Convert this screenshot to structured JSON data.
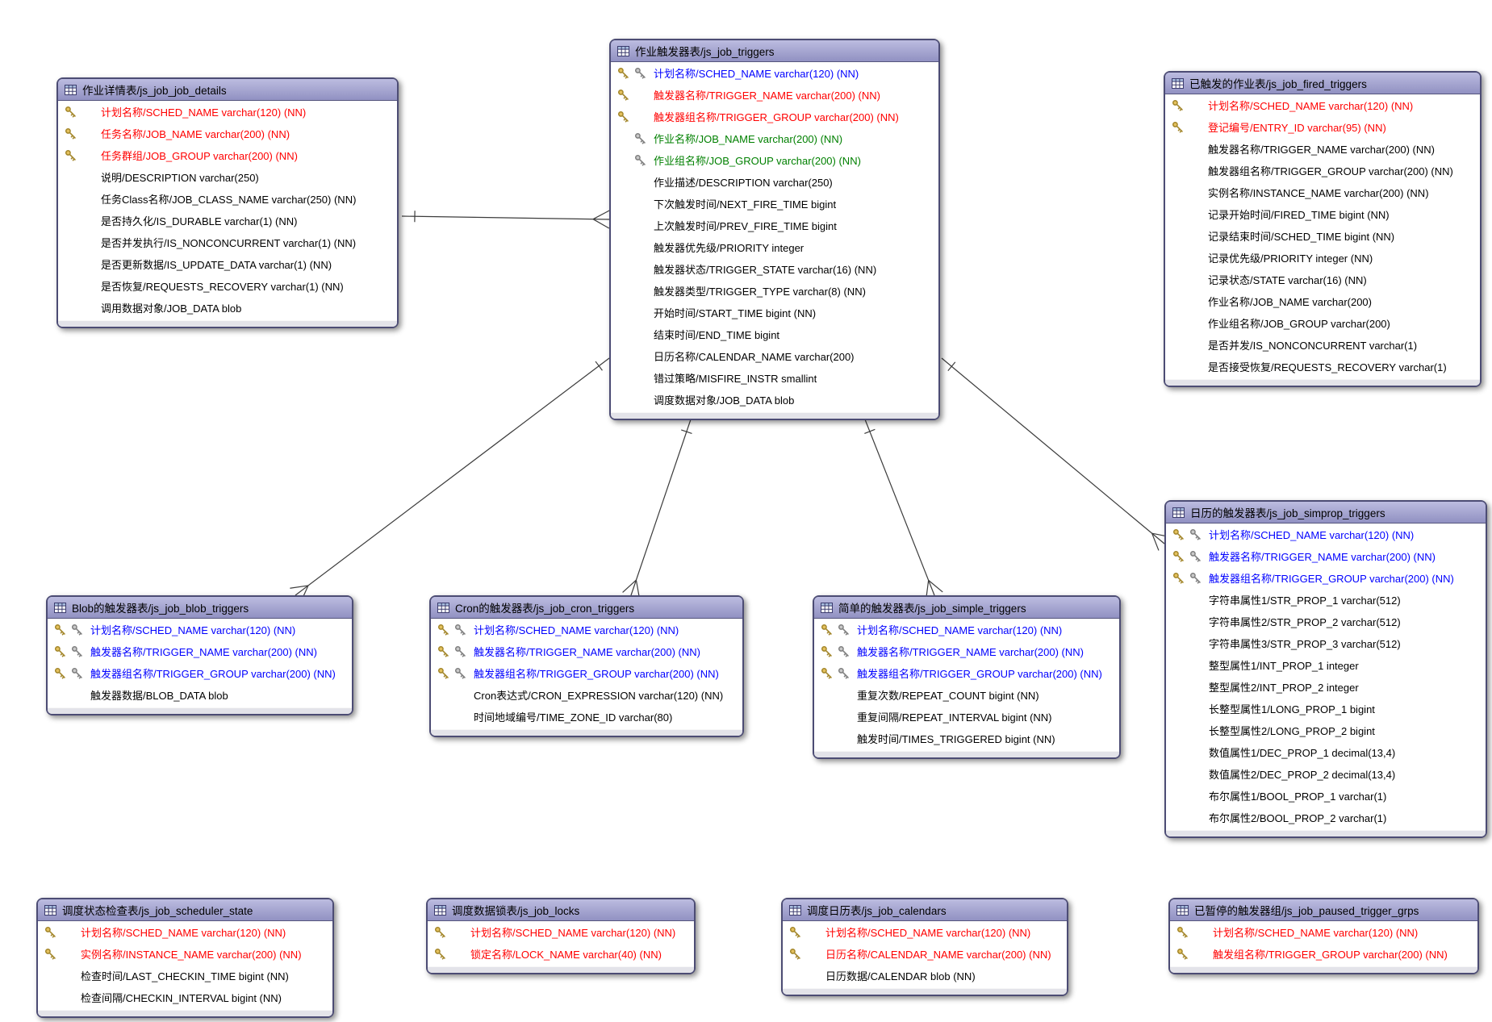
{
  "diagram": {
    "palette": {
      "pk": "#ff0000",
      "pkfk": "#0000ff",
      "fk": "#008000",
      "plain": "#000000",
      "header_fill": "#9c9ccd",
      "table_border": "#4c4c74",
      "gold_key": "#c8a032",
      "gray_key": "#909090",
      "line": "#3c3c3c"
    },
    "tables": [
      {
        "id": "job_details",
        "title": "作业详情表/js_job_job_details",
        "fields": [
          {
            "label": "计划名称/SCHED_NAME varchar(120) (NN)",
            "color": "pk",
            "keys": [
              "gold",
              null
            ]
          },
          {
            "label": "任务名称/JOB_NAME varchar(200) (NN)",
            "color": "pk",
            "keys": [
              "gold",
              null
            ]
          },
          {
            "label": "任务群组/JOB_GROUP varchar(200) (NN)",
            "color": "pk",
            "keys": [
              "gold",
              null
            ]
          },
          {
            "label": "说明/DESCRIPTION varchar(250)",
            "color": "plain",
            "keys": [
              null,
              null
            ]
          },
          {
            "label": "任务Class名称/JOB_CLASS_NAME varchar(250) (NN)",
            "color": "plain",
            "keys": [
              null,
              null
            ]
          },
          {
            "label": "是否持久化/IS_DURABLE varchar(1) (NN)",
            "color": "plain",
            "keys": [
              null,
              null
            ]
          },
          {
            "label": "是否并发执行/IS_NONCONCURRENT varchar(1) (NN)",
            "color": "plain",
            "keys": [
              null,
              null
            ]
          },
          {
            "label": "是否更新数据/IS_UPDATE_DATA varchar(1) (NN)",
            "color": "plain",
            "keys": [
              null,
              null
            ]
          },
          {
            "label": "是否恢复/REQUESTS_RECOVERY varchar(1) (NN)",
            "color": "plain",
            "keys": [
              null,
              null
            ]
          },
          {
            "label": "调用数据对象/JOB_DATA blob",
            "color": "plain",
            "keys": [
              null,
              null
            ]
          }
        ]
      },
      {
        "id": "triggers",
        "title": "作业触发器表/js_job_triggers",
        "fields": [
          {
            "label": "计划名称/SCHED_NAME varchar(120) (NN)",
            "color": "pkfk",
            "keys": [
              "gold",
              "gray"
            ]
          },
          {
            "label": "触发器名称/TRIGGER_NAME varchar(200) (NN)",
            "color": "pk",
            "keys": [
              "gold",
              null
            ]
          },
          {
            "label": "触发器组名称/TRIGGER_GROUP varchar(200) (NN)",
            "color": "pk",
            "keys": [
              "gold",
              null
            ]
          },
          {
            "label": "作业名称/JOB_NAME varchar(200) (NN)",
            "color": "fk",
            "keys": [
              null,
              "gray"
            ]
          },
          {
            "label": "作业组名称/JOB_GROUP varchar(200) (NN)",
            "color": "fk",
            "keys": [
              null,
              "gray"
            ]
          },
          {
            "label": "作业描述/DESCRIPTION varchar(250)",
            "color": "plain",
            "keys": [
              null,
              null
            ]
          },
          {
            "label": "下次触发时间/NEXT_FIRE_TIME bigint",
            "color": "plain",
            "keys": [
              null,
              null
            ]
          },
          {
            "label": "上次触发时间/PREV_FIRE_TIME bigint",
            "color": "plain",
            "keys": [
              null,
              null
            ]
          },
          {
            "label": "触发器优先级/PRIORITY integer",
            "color": "plain",
            "keys": [
              null,
              null
            ]
          },
          {
            "label": "触发器状态/TRIGGER_STATE varchar(16) (NN)",
            "color": "plain",
            "keys": [
              null,
              null
            ]
          },
          {
            "label": "触发器类型/TRIGGER_TYPE varchar(8) (NN)",
            "color": "plain",
            "keys": [
              null,
              null
            ]
          },
          {
            "label": "开始时间/START_TIME bigint (NN)",
            "color": "plain",
            "keys": [
              null,
              null
            ]
          },
          {
            "label": "结束时间/END_TIME bigint",
            "color": "plain",
            "keys": [
              null,
              null
            ]
          },
          {
            "label": "日历名称/CALENDAR_NAME varchar(200)",
            "color": "plain",
            "keys": [
              null,
              null
            ]
          },
          {
            "label": "错过策略/MISFIRE_INSTR smallint",
            "color": "plain",
            "keys": [
              null,
              null
            ]
          },
          {
            "label": "调度数据对象/JOB_DATA blob",
            "color": "plain",
            "keys": [
              null,
              null
            ]
          }
        ]
      },
      {
        "id": "fired_triggers",
        "title": "已触发的作业表/js_job_fired_triggers",
        "fields": [
          {
            "label": "计划名称/SCHED_NAME varchar(120) (NN)",
            "color": "pk",
            "keys": [
              "gold",
              null
            ]
          },
          {
            "label": "登记编号/ENTRY_ID varchar(95) (NN)",
            "color": "pk",
            "keys": [
              "gold",
              null
            ]
          },
          {
            "label": "触发器名称/TRIGGER_NAME varchar(200) (NN)",
            "color": "plain",
            "keys": [
              null,
              null
            ]
          },
          {
            "label": "触发器组名称/TRIGGER_GROUP varchar(200) (NN)",
            "color": "plain",
            "keys": [
              null,
              null
            ]
          },
          {
            "label": "实例名称/INSTANCE_NAME varchar(200) (NN)",
            "color": "plain",
            "keys": [
              null,
              null
            ]
          },
          {
            "label": "记录开始时间/FIRED_TIME bigint (NN)",
            "color": "plain",
            "keys": [
              null,
              null
            ]
          },
          {
            "label": "记录结束时间/SCHED_TIME bigint (NN)",
            "color": "plain",
            "keys": [
              null,
              null
            ]
          },
          {
            "label": "记录优先级/PRIORITY integer (NN)",
            "color": "plain",
            "keys": [
              null,
              null
            ]
          },
          {
            "label": "记录状态/STATE varchar(16) (NN)",
            "color": "plain",
            "keys": [
              null,
              null
            ]
          },
          {
            "label": "作业名称/JOB_NAME varchar(200)",
            "color": "plain",
            "keys": [
              null,
              null
            ]
          },
          {
            "label": "作业组名称/JOB_GROUP varchar(200)",
            "color": "plain",
            "keys": [
              null,
              null
            ]
          },
          {
            "label": "是否并发/IS_NONCONCURRENT varchar(1)",
            "color": "plain",
            "keys": [
              null,
              null
            ]
          },
          {
            "label": "是否接受恢复/REQUESTS_RECOVERY varchar(1)",
            "color": "plain",
            "keys": [
              null,
              null
            ]
          }
        ]
      },
      {
        "id": "simprop_triggers",
        "title": "日历的触发器表/js_job_simprop_triggers",
        "fields": [
          {
            "label": "计划名称/SCHED_NAME varchar(120) (NN)",
            "color": "pkfk",
            "keys": [
              "gold",
              "gray"
            ]
          },
          {
            "label": "触发器名称/TRIGGER_NAME varchar(200) (NN)",
            "color": "pkfk",
            "keys": [
              "gold",
              "gray"
            ]
          },
          {
            "label": "触发器组名称/TRIGGER_GROUP varchar(200) (NN)",
            "color": "pkfk",
            "keys": [
              "gold",
              "gray"
            ]
          },
          {
            "label": "字符串属性1/STR_PROP_1 varchar(512)",
            "color": "plain",
            "keys": [
              null,
              null
            ]
          },
          {
            "label": "字符串属性2/STR_PROP_2 varchar(512)",
            "color": "plain",
            "keys": [
              null,
              null
            ]
          },
          {
            "label": "字符串属性3/STR_PROP_3 varchar(512)",
            "color": "plain",
            "keys": [
              null,
              null
            ]
          },
          {
            "label": "整型属性1/INT_PROP_1 integer",
            "color": "plain",
            "keys": [
              null,
              null
            ]
          },
          {
            "label": "整型属性2/INT_PROP_2 integer",
            "color": "plain",
            "keys": [
              null,
              null
            ]
          },
          {
            "label": "长整型属性1/LONG_PROP_1 bigint",
            "color": "plain",
            "keys": [
              null,
              null
            ]
          },
          {
            "label": "长整型属性2/LONG_PROP_2 bigint",
            "color": "plain",
            "keys": [
              null,
              null
            ]
          },
          {
            "label": "数值属性1/DEC_PROP_1 decimal(13,4)",
            "color": "plain",
            "keys": [
              null,
              null
            ]
          },
          {
            "label": "数值属性2/DEC_PROP_2 decimal(13,4)",
            "color": "plain",
            "keys": [
              null,
              null
            ]
          },
          {
            "label": "布尔属性1/BOOL_PROP_1 varchar(1)",
            "color": "plain",
            "keys": [
              null,
              null
            ]
          },
          {
            "label": "布尔属性2/BOOL_PROP_2 varchar(1)",
            "color": "plain",
            "keys": [
              null,
              null
            ]
          }
        ]
      },
      {
        "id": "blob_triggers",
        "title": "Blob的触发器表/js_job_blob_triggers",
        "fields": [
          {
            "label": "计划名称/SCHED_NAME varchar(120) (NN)",
            "color": "pkfk",
            "keys": [
              "gold",
              "gray"
            ]
          },
          {
            "label": "触发器名称/TRIGGER_NAME varchar(200) (NN)",
            "color": "pkfk",
            "keys": [
              "gold",
              "gray"
            ]
          },
          {
            "label": "触发器组名称/TRIGGER_GROUP varchar(200) (NN)",
            "color": "pkfk",
            "keys": [
              "gold",
              "gray"
            ]
          },
          {
            "label": "触发器数据/BLOB_DATA blob",
            "color": "plain",
            "keys": [
              null,
              null
            ]
          }
        ]
      },
      {
        "id": "cron_triggers",
        "title": "Cron的触发器表/js_job_cron_triggers",
        "fields": [
          {
            "label": "计划名称/SCHED_NAME varchar(120) (NN)",
            "color": "pkfk",
            "keys": [
              "gold",
              "gray"
            ]
          },
          {
            "label": "触发器名称/TRIGGER_NAME varchar(200) (NN)",
            "color": "pkfk",
            "keys": [
              "gold",
              "gray"
            ]
          },
          {
            "label": "触发器组名称/TRIGGER_GROUP varchar(200) (NN)",
            "color": "pkfk",
            "keys": [
              "gold",
              "gray"
            ]
          },
          {
            "label": "Cron表达式/CRON_EXPRESSION varchar(120) (NN)",
            "color": "plain",
            "keys": [
              null,
              null
            ]
          },
          {
            "label": "时间地域编号/TIME_ZONE_ID varchar(80)",
            "color": "plain",
            "keys": [
              null,
              null
            ]
          }
        ]
      },
      {
        "id": "simple_triggers",
        "title": "简单的触发器表/js_job_simple_triggers",
        "fields": [
          {
            "label": "计划名称/SCHED_NAME varchar(120) (NN)",
            "color": "pkfk",
            "keys": [
              "gold",
              "gray"
            ]
          },
          {
            "label": "触发器名称/TRIGGER_NAME varchar(200) (NN)",
            "color": "pkfk",
            "keys": [
              "gold",
              "gray"
            ]
          },
          {
            "label": "触发器组名称/TRIGGER_GROUP varchar(200) (NN)",
            "color": "pkfk",
            "keys": [
              "gold",
              "gray"
            ]
          },
          {
            "label": "重复次数/REPEAT_COUNT bigint (NN)",
            "color": "plain",
            "keys": [
              null,
              null
            ]
          },
          {
            "label": "重复间隔/REPEAT_INTERVAL bigint (NN)",
            "color": "plain",
            "keys": [
              null,
              null
            ]
          },
          {
            "label": "触发时间/TIMES_TRIGGERED bigint (NN)",
            "color": "plain",
            "keys": [
              null,
              null
            ]
          }
        ]
      },
      {
        "id": "scheduler_state",
        "title": "调度状态检查表/js_job_scheduler_state",
        "fields": [
          {
            "label": "计划名称/SCHED_NAME varchar(120) (NN)",
            "color": "pk",
            "keys": [
              "gold",
              null
            ]
          },
          {
            "label": "实例名称/INSTANCE_NAME varchar(200) (NN)",
            "color": "pk",
            "keys": [
              "gold",
              null
            ]
          },
          {
            "label": "检查时间/LAST_CHECKIN_TIME bigint (NN)",
            "color": "plain",
            "keys": [
              null,
              null
            ]
          },
          {
            "label": "检查间隔/CHECKIN_INTERVAL bigint (NN)",
            "color": "plain",
            "keys": [
              null,
              null
            ]
          }
        ]
      },
      {
        "id": "locks",
        "title": "调度数据锁表/js_job_locks",
        "fields": [
          {
            "label": "计划名称/SCHED_NAME varchar(120) (NN)",
            "color": "pk",
            "keys": [
              "gold",
              null
            ]
          },
          {
            "label": "锁定名称/LOCK_NAME varchar(40) (NN)",
            "color": "pk",
            "keys": [
              "gold",
              null
            ]
          }
        ]
      },
      {
        "id": "calendars",
        "title": "调度日历表/js_job_calendars",
        "fields": [
          {
            "label": "计划名称/SCHED_NAME varchar(120) (NN)",
            "color": "pk",
            "keys": [
              "gold",
              null
            ]
          },
          {
            "label": "日历名称/CALENDAR_NAME varchar(200) (NN)",
            "color": "pk",
            "keys": [
              "gold",
              null
            ]
          },
          {
            "label": "日历数据/CALENDAR blob (NN)",
            "color": "plain",
            "keys": [
              null,
              null
            ]
          }
        ]
      },
      {
        "id": "paused_trigger_grps",
        "title": "已暂停的触发器组/js_job_paused_trigger_grps",
        "fields": [
          {
            "label": "计划名称/SCHED_NAME varchar(120) (NN)",
            "color": "pk",
            "keys": [
              "gold",
              null
            ]
          },
          {
            "label": "触发组名称/TRIGGER_GROUP varchar(200) (NN)",
            "color": "pk",
            "keys": [
              "gold",
              null
            ]
          }
        ]
      }
    ],
    "relations": [
      {
        "parent": "job_details",
        "child": "triggers"
      },
      {
        "parent": "triggers",
        "child": "blob_triggers"
      },
      {
        "parent": "triggers",
        "child": "cron_triggers"
      },
      {
        "parent": "triggers",
        "child": "simple_triggers"
      },
      {
        "parent": "triggers",
        "child": "simprop_triggers"
      }
    ]
  }
}
